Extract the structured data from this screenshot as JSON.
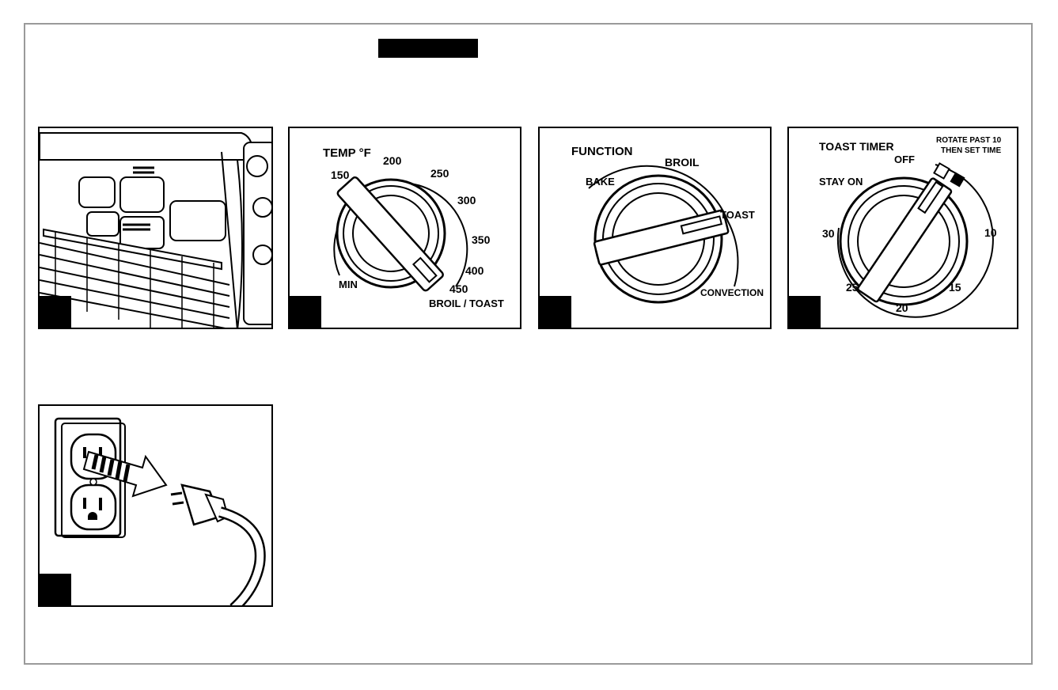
{
  "temp_dial": {
    "title": "TEMP °F",
    "labels": [
      "150",
      "200",
      "250",
      "300",
      "350",
      "400",
      "450",
      "MIN",
      "BROIL / TOAST"
    ]
  },
  "function_dial": {
    "title": "FUNCTION",
    "labels": [
      "BAKE",
      "BROIL",
      "TOAST",
      "CONVECTION"
    ]
  },
  "timer_dial": {
    "title": "TOAST TIMER",
    "note_line1": "ROTATE PAST 10",
    "note_line2": "THEN SET TIME",
    "labels": [
      "OFF",
      "STAY ON",
      "30",
      "10",
      "25",
      "15",
      "20"
    ]
  }
}
